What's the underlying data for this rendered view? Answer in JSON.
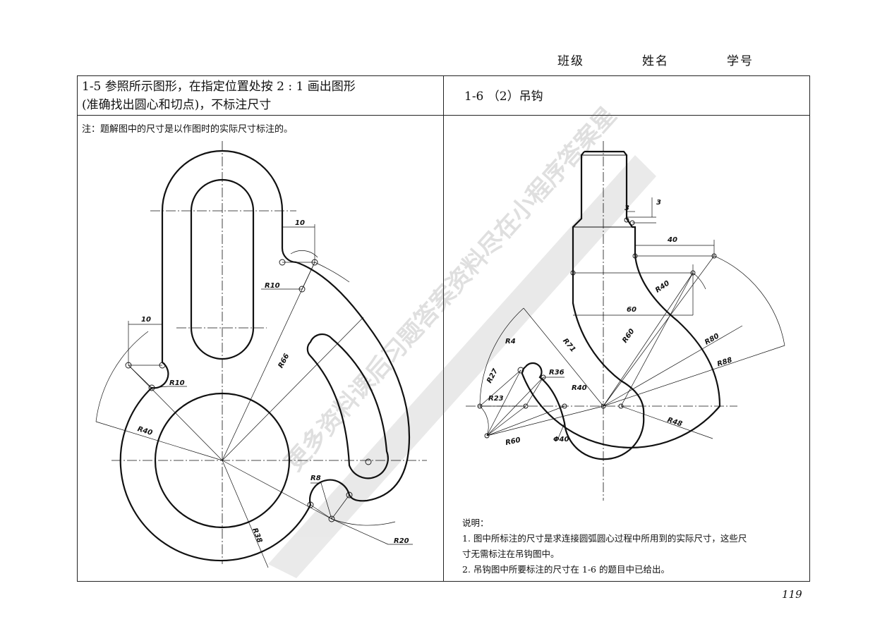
{
  "header": {
    "class_label": "班级",
    "name_label": "姓名",
    "id_label": "学号"
  },
  "left": {
    "title_line1": "1-5    参照所示图形，在指定位置处按 2 : 1 画出图形",
    "title_line2": "(准确找出圆心和切点)，不标注尺寸",
    "note": "注：题解图中的尺寸是以作图时的实际尺寸标注的。",
    "dims": {
      "d10_top": "10",
      "r10_a": "R10",
      "d10_left": "10",
      "r10_b": "R10",
      "r66": "R66",
      "r40": "R40",
      "r8": "R8",
      "r38": "R38",
      "r20": "R20"
    }
  },
  "right": {
    "title": "1-6 （2）吊钩",
    "dims": {
      "d3a": "3",
      "d3b": "3",
      "d40": "40",
      "r40": "R40",
      "d60": "60",
      "r60": "R60",
      "r80": "R80",
      "r71": "R71",
      "r88": "R88",
      "r4": "R4",
      "r27": "R27",
      "r36": "R36",
      "r23": "R23",
      "r40b": "R40",
      "r48": "R48",
      "r60b": "R60",
      "phi40": "Φ40"
    },
    "explain_title": "说明：",
    "explain_1a": "1. 图中所标注的尺寸是求连接圆弧圆心过程中所用到的实际尺寸，这些尺",
    "explain_1b": "寸无需标注在吊钩图中。",
    "explain_2": "2. 吊钩图中所要标注的尺寸在 1-6 的题目中已给出。"
  },
  "page_number": "119",
  "watermark_text": "更多资料课后习题答案资料尽在小程序答案星"
}
